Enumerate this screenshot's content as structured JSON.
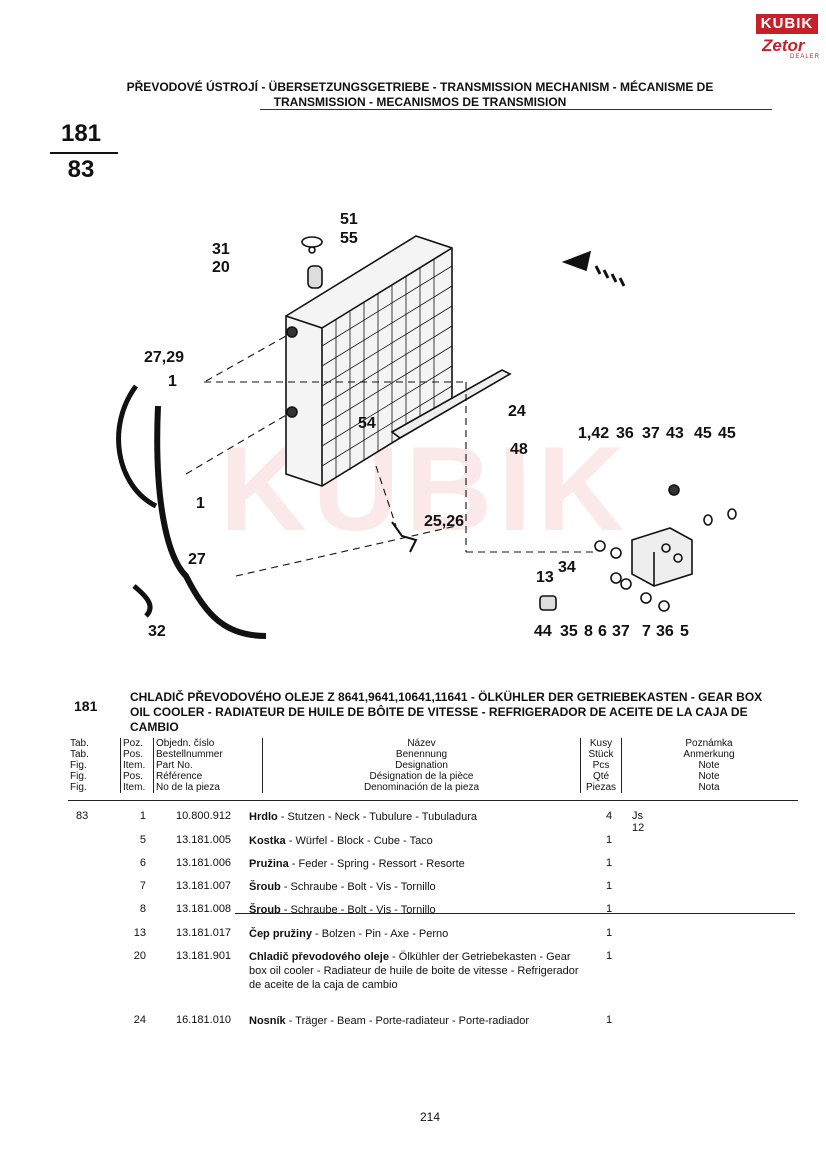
{
  "logo": {
    "kubik": "KUBIK",
    "zetor": "Zetor",
    "dealer": "DEALER"
  },
  "header": {
    "line1": "PŘEVODOVÉ ÚSTROJÍ - ÜBERSETZUNGSGETRIEBE - TRANSMISSION MECHANISM - MÉCANISME DE",
    "line2": "TRANSMISSION - MECANISMOS DE TRANSMISION"
  },
  "tab_number": "181",
  "fig_number": "83",
  "callouts": [
    {
      "id": "c51",
      "text": "51"
    },
    {
      "id": "c55",
      "text": "55"
    },
    {
      "id": "c31",
      "text": "31"
    },
    {
      "id": "c20",
      "text": "20"
    },
    {
      "id": "c2729",
      "text": "27,29"
    },
    {
      "id": "c1a",
      "text": "1"
    },
    {
      "id": "c24",
      "text": "24"
    },
    {
      "id": "c54",
      "text": "54"
    },
    {
      "id": "c48",
      "text": "48"
    },
    {
      "id": "c1b",
      "text": "1"
    },
    {
      "id": "c2526",
      "text": "25,26"
    },
    {
      "id": "c27",
      "text": "27"
    },
    {
      "id": "c32",
      "text": "32"
    },
    {
      "id": "c142",
      "text": "1,42"
    },
    {
      "id": "c36a",
      "text": "36"
    },
    {
      "id": "c37a",
      "text": "37"
    },
    {
      "id": "c43",
      "text": "43"
    },
    {
      "id": "c45a",
      "text": "45"
    },
    {
      "id": "c45b",
      "text": "45"
    },
    {
      "id": "c13",
      "text": "13"
    },
    {
      "id": "c34",
      "text": "34"
    },
    {
      "id": "c44",
      "text": "44"
    },
    {
      "id": "c35",
      "text": "35"
    },
    {
      "id": "c8",
      "text": "8"
    },
    {
      "id": "c6",
      "text": "6"
    },
    {
      "id": "c37b",
      "text": "37"
    },
    {
      "id": "c7",
      "text": "7"
    },
    {
      "id": "c36b",
      "text": "36"
    },
    {
      "id": "c5",
      "text": "5"
    }
  ],
  "section": {
    "number": "181",
    "title": "CHLADIČ PŘEVODOVÉHO OLEJE Z 8641,9641,10641,11641 - ÖLKÜHLER DER GETRIEBEKASTEN - GEAR BOX OIL COOLER - RADIATEUR DE HUILE DE BÔITE DE VITESSE - REFRIGERADOR DE ACEITE DE LA CAJA DE CAMBIO"
  },
  "table_headers": {
    "tab": [
      "Tab.",
      "Tab.",
      "Fig.",
      "Fig.",
      "Fig."
    ],
    "pos": [
      "Poz.",
      "Pos.",
      "Item.",
      "Pos.",
      "Item."
    ],
    "code": [
      "Objedn. číslo",
      "Bestellnummer",
      "Part No.",
      "Référence",
      "No de la pieza"
    ],
    "name": [
      "Název",
      "Benennung",
      "Designation",
      "Désignation de la pièce",
      "Denominación de la pieza"
    ],
    "qty": [
      "Kusy",
      "Stück",
      "Pcs",
      "Qté",
      "Piezas"
    ],
    "note": [
      "Poznámka",
      "Anmerkung",
      "Note",
      "Note",
      "Nota"
    ]
  },
  "rows": [
    {
      "tab": "83",
      "pos": "1",
      "code": "10.800.912",
      "bold": "Hrdlo",
      "rest": " - Stutzen - Neck - Tubulure - Tubuladura",
      "qty": "4",
      "note": "Js 12"
    },
    {
      "tab": "",
      "pos": "5",
      "code": "13.181.005",
      "bold": "Kostka",
      "rest": " - Würfel - Block - Cube - Taco",
      "qty": "1",
      "note": ""
    },
    {
      "tab": "",
      "pos": "6",
      "code": "13.181.006",
      "bold": "Pružina",
      "rest": " - Feder - Spring - Ressort - Resorte",
      "qty": "1",
      "note": ""
    },
    {
      "tab": "",
      "pos": "7",
      "code": "13.181.007",
      "bold": "Šroub",
      "rest": " - Schraube - Bolt - Vis - Tornillo",
      "qty": "1",
      "note": ""
    },
    {
      "tab": "",
      "pos": "8",
      "code": "13.181.008",
      "bold": "Šroub",
      "rest": " - Schraube - Bolt - Vis - Tornillo",
      "qty": "1",
      "note": ""
    },
    {
      "tab": "",
      "pos": "13",
      "code": "13.181.017",
      "bold": "Čep pružiny",
      "rest": " - Bolzen - Pin - Axe - Perno",
      "qty": "1",
      "note": ""
    },
    {
      "tab": "",
      "pos": "20",
      "code": "13.181.901",
      "bold": "Chladič převodového oleje",
      "rest": " - Ölkühler der Getriebekasten - Gear box oil cooler - Radiateur de huile de boite de vitesse - Refrigerador de aceite de la caja de cambio",
      "qty": "1",
      "note": ""
    },
    {
      "tab": "",
      "pos": "24",
      "code": "16.181.010",
      "bold": "Nosník",
      "rest": " - Träger - Beam - Porte-radiateur - Porte-radiador",
      "qty": "1",
      "note": ""
    }
  ],
  "page_number": "214"
}
